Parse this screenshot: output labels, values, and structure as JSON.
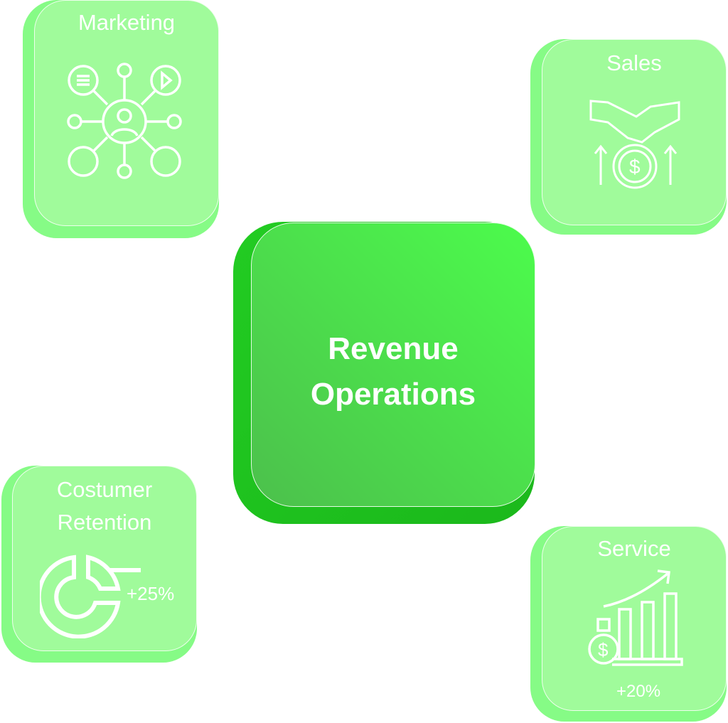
{
  "center": {
    "line1": "Revenue",
    "line2": "Operations"
  },
  "cards": {
    "marketing": {
      "title": "Marketing"
    },
    "sales": {
      "title": "Sales"
    },
    "retention": {
      "line1": "Costumer",
      "line2": "Retention",
      "stat": "+25%"
    },
    "service": {
      "title": "Service",
      "stat": "+20%"
    }
  },
  "colors": {
    "card_back": "#86fb86",
    "card_front": "#a0fb9b",
    "center": "#4cfc4c"
  }
}
